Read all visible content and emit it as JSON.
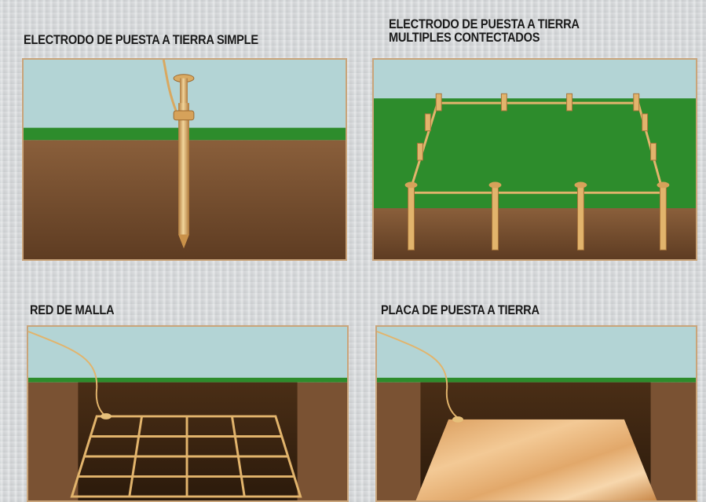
{
  "panels": {
    "simple": {
      "title": "ELECTRODO DE PUESTA A TIERRA SIMPLE"
    },
    "multiple": {
      "title_line1": "ELECTRODO DE PUESTA A TIERRA",
      "title_line2": "MULTIPLES CONTECTADOS"
    },
    "mesh": {
      "title": "RED DE MALLA"
    },
    "plate": {
      "title": "PLACA DE PUESTA A TIERRA"
    }
  },
  "colors": {
    "sky": "#b3d4d5",
    "grass": "#2d8c2c",
    "soil": "#7a5233",
    "soil_dark": "#3a2412",
    "copper": "#e2b46c",
    "copper_dark": "#b07a3c"
  },
  "icons": [
    "ground-rod-icon",
    "ground-rod-array-icon",
    "mesh-grid-icon",
    "ground-plate-icon"
  ]
}
